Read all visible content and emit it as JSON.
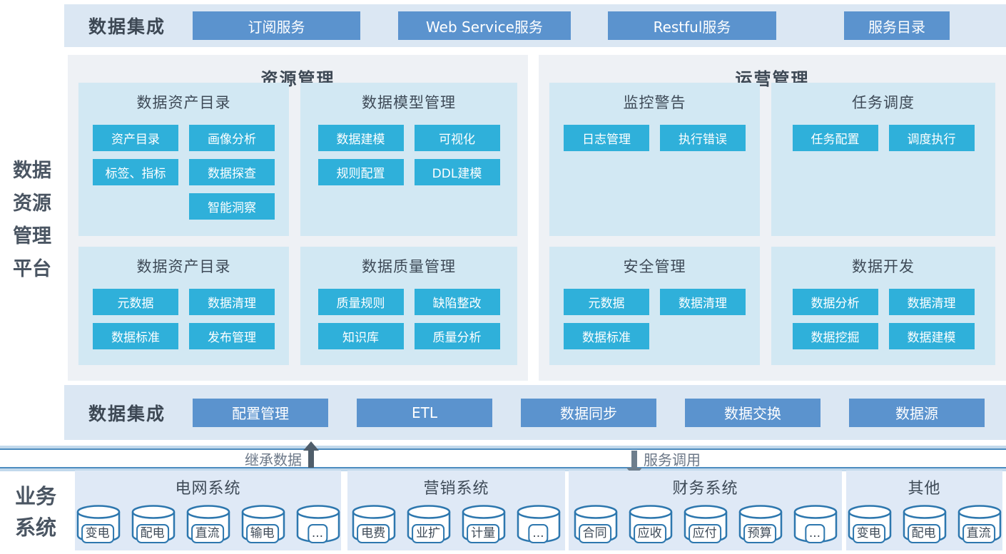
{
  "platform": {
    "label_lines": [
      "数据",
      "资源",
      "管理",
      "平台"
    ]
  },
  "top_strip": {
    "label": "数据集成",
    "buttons": [
      "订阅服务",
      "Web Service服务",
      "Restful服务",
      "服务目录"
    ]
  },
  "panels": [
    {
      "title": "资源管理",
      "sections": [
        {
          "title": "数据资产目录",
          "rows": [
            [
              "资产目录",
              "画像分析"
            ],
            [
              "标签、指标",
              "数据探查"
            ],
            [
              null,
              "智能洞察"
            ]
          ]
        },
        {
          "title": "数据模型管理",
          "rows": [
            [
              "数据建模",
              "可视化"
            ],
            [
              "规则配置",
              "DDL建模"
            ]
          ]
        },
        {
          "title": "数据资产目录",
          "rows": [
            [
              "元数据",
              "数据清理"
            ],
            [
              "数据标准",
              "发布管理"
            ]
          ]
        },
        {
          "title": "数据质量管理",
          "rows": [
            [
              "质量规则",
              "缺陷整改"
            ],
            [
              "知识库",
              "质量分析"
            ]
          ]
        }
      ]
    },
    {
      "title": "运营管理",
      "sections": [
        {
          "title": "监控警告",
          "rows": [
            [
              "日志管理",
              "执行错误"
            ]
          ]
        },
        {
          "title": "任务调度",
          "rows": [
            [
              "任务配置",
              "调度执行"
            ]
          ]
        },
        {
          "title": "安全管理",
          "rows": [
            [
              "元数据",
              "数据清理"
            ],
            [
              "数据标准",
              null
            ]
          ]
        },
        {
          "title": "数据开发",
          "rows": [
            [
              "数据分析",
              "数据清理"
            ],
            [
              "数据挖掘",
              "数据建模"
            ]
          ]
        }
      ]
    }
  ],
  "bottom_strip": {
    "label": "数据集成",
    "buttons": [
      "配置管理",
      "ETL",
      "数据同步",
      "数据交换",
      "数据源"
    ]
  },
  "bus": {
    "inherit_label": "继承数据",
    "call_label": "服务调用"
  },
  "business": {
    "label_lines": [
      "业务",
      "系统"
    ],
    "groups": [
      {
        "title": "电网系统",
        "items": [
          "变电",
          "配电",
          "直流",
          "输电",
          "..."
        ]
      },
      {
        "title": "营销系统",
        "items": [
          "电费",
          "业扩",
          "计量",
          "..."
        ]
      },
      {
        "title": "财务系统",
        "items": [
          "合同",
          "应收",
          "应付",
          "预算",
          "..."
        ]
      },
      {
        "title": "其他",
        "items": [
          "变电",
          "配电",
          "直流"
        ]
      }
    ]
  },
  "icons": {
    "database": "database-cylinder-icon",
    "arrow_up": "arrow-up-icon",
    "arrow_down": "arrow-down-icon"
  },
  "colors": {
    "steel_blue": "#5b93ce",
    "cyan": "#2fb0da",
    "strip_bg": "#dbe7f3",
    "panel_bg": "#eef1f5",
    "section_bg": "#d2e8f3",
    "group_bg": "#dfe9f6",
    "cylinder_border": "#2d77ae",
    "bus_line": "#4d8cbf",
    "dark_text": "#3d4854",
    "gray_text": "#6b7787"
  }
}
